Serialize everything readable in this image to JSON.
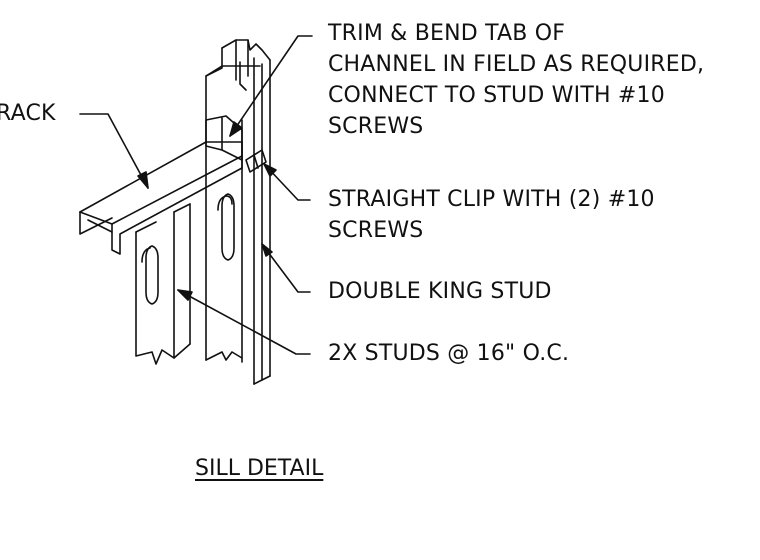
{
  "notes": {
    "track_label": "RACK",
    "trim_tab": [
      "TRIM & BEND TAB OF",
      "CHANNEL IN FIELD AS REQUIRED,",
      "CONNECT TO STUD WITH #10",
      "SCREWS"
    ],
    "straight_clip": [
      "STRAIGHT CLIP WITH (2) #10",
      "SCREWS"
    ],
    "double_king_stud": "DOUBLE KING STUD",
    "studs": "2X STUDS @ 16\" O.C."
  },
  "detail_title": "SILL DETAIL",
  "colors": {
    "line": "#111111",
    "background": "#ffffff"
  }
}
